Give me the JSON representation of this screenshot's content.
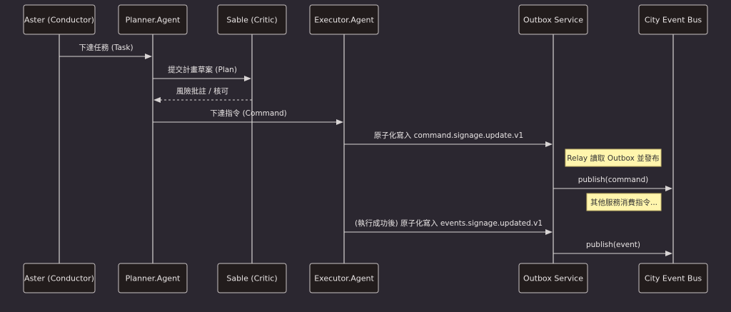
{
  "colors": {
    "background": "#2b2730",
    "actor_fill": "#221c1c",
    "actor_stroke": "#c9c3c3",
    "lifeline": "#d8d4d4",
    "message": "#d8d4d4",
    "text": "#e8e4e4",
    "note_fill": "#fff5ad",
    "note_stroke": "#c8b86a",
    "note_text": "#333333"
  },
  "participants": [
    {
      "id": "aster",
      "label": "Aster (Conductor)"
    },
    {
      "id": "planner",
      "label": "Planner.Agent"
    },
    {
      "id": "sable",
      "label": "Sable (Critic)"
    },
    {
      "id": "executor",
      "label": "Executor.Agent"
    },
    {
      "id": "outbox",
      "label": "Outbox Service"
    },
    {
      "id": "bus",
      "label": "City Event Bus"
    }
  ],
  "steps": [
    {
      "kind": "message",
      "from": "aster",
      "to": "planner",
      "label": "下達任務 (Task)",
      "style": "solid"
    },
    {
      "kind": "message",
      "from": "planner",
      "to": "sable",
      "label": "提交計畫草案 (Plan)",
      "style": "solid"
    },
    {
      "kind": "message",
      "from": "sable",
      "to": "planner",
      "label": "風險批註 / 核可",
      "style": "dashed"
    },
    {
      "kind": "message",
      "from": "planner",
      "to": "executor",
      "label": "下達指令 (Command)",
      "style": "solid"
    },
    {
      "kind": "message",
      "from": "executor",
      "to": "outbox",
      "label": "原子化寫入 command.signage.update.v1",
      "style": "solid"
    },
    {
      "kind": "note",
      "over": "outbox_bus",
      "label": "Relay 讀取 Outbox 並發布"
    },
    {
      "kind": "message",
      "from": "outbox",
      "to": "bus",
      "label": "publish(command)",
      "style": "solid"
    },
    {
      "kind": "note",
      "over": "outbox_bus_right",
      "label": "其他服務消費指令..."
    },
    {
      "kind": "message",
      "from": "executor",
      "to": "outbox",
      "label": "(執行成功後) 原子化寫入 events.signage.updated.v1",
      "style": "solid"
    },
    {
      "kind": "message",
      "from": "outbox",
      "to": "bus",
      "label": "publish(event)",
      "style": "solid"
    }
  ]
}
